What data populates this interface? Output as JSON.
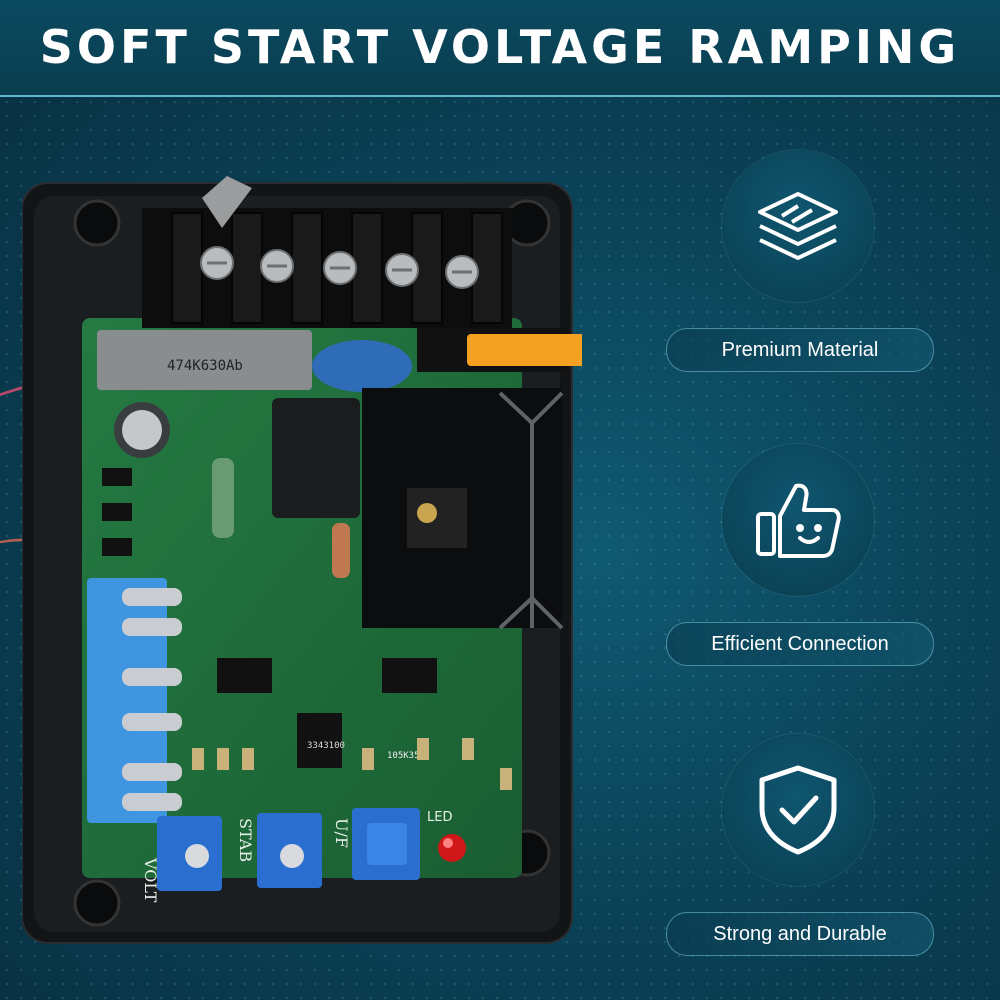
{
  "header": {
    "title": "SOFT START VOLTAGE RAMPING"
  },
  "features": [
    {
      "label": "Premium Material",
      "icon": "layers-icon"
    },
    {
      "label": "Efficient Connection",
      "icon": "thumbs-up-icon"
    },
    {
      "label": "Strong and Durable",
      "icon": "shield-check-icon"
    }
  ],
  "product": {
    "capacitor_marking": "474K630Ab",
    "ic_marking": "3343100",
    "part_marking": "105K35U",
    "pot_labels": [
      "VOLT",
      "STAB",
      "U/F"
    ],
    "led_label": "LED"
  },
  "colors": {
    "background": "#0b4257",
    "accent": "#5fb7cc",
    "text": "#ffffff",
    "pcb_green": "#1f6b3a",
    "trimmer_blue": "#2a6fd0",
    "fuse_orange": "#f4a020"
  }
}
